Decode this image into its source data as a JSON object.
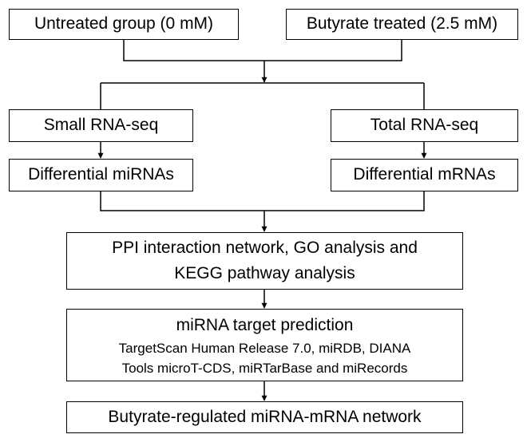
{
  "inputs": {
    "untreated": "Untreated group (0 mM)",
    "treated": "Butyrate treated (2.5 mM)"
  },
  "sequencing": {
    "small": "Small RNA-seq",
    "total": "Total RNA-seq"
  },
  "differential": {
    "mirnas": "Differential miRNAs",
    "mrnas": "Differential mRNAs"
  },
  "analysis": {
    "line1": "PPI interaction network, GO analysis and",
    "line2": "KEGG pathway analysis"
  },
  "prediction": {
    "title": "miRNA target prediction",
    "tools_line1": "TargetScan Human Release 7.0, miRDB, DIANA",
    "tools_line2": "Tools microT-CDS, miRTarBase and miRecords"
  },
  "result": {
    "network": "Butyrate-regulated miRNA-mRNA network"
  },
  "colors": {
    "line": "#000000",
    "border": "#000000",
    "background": "#ffffff"
  }
}
